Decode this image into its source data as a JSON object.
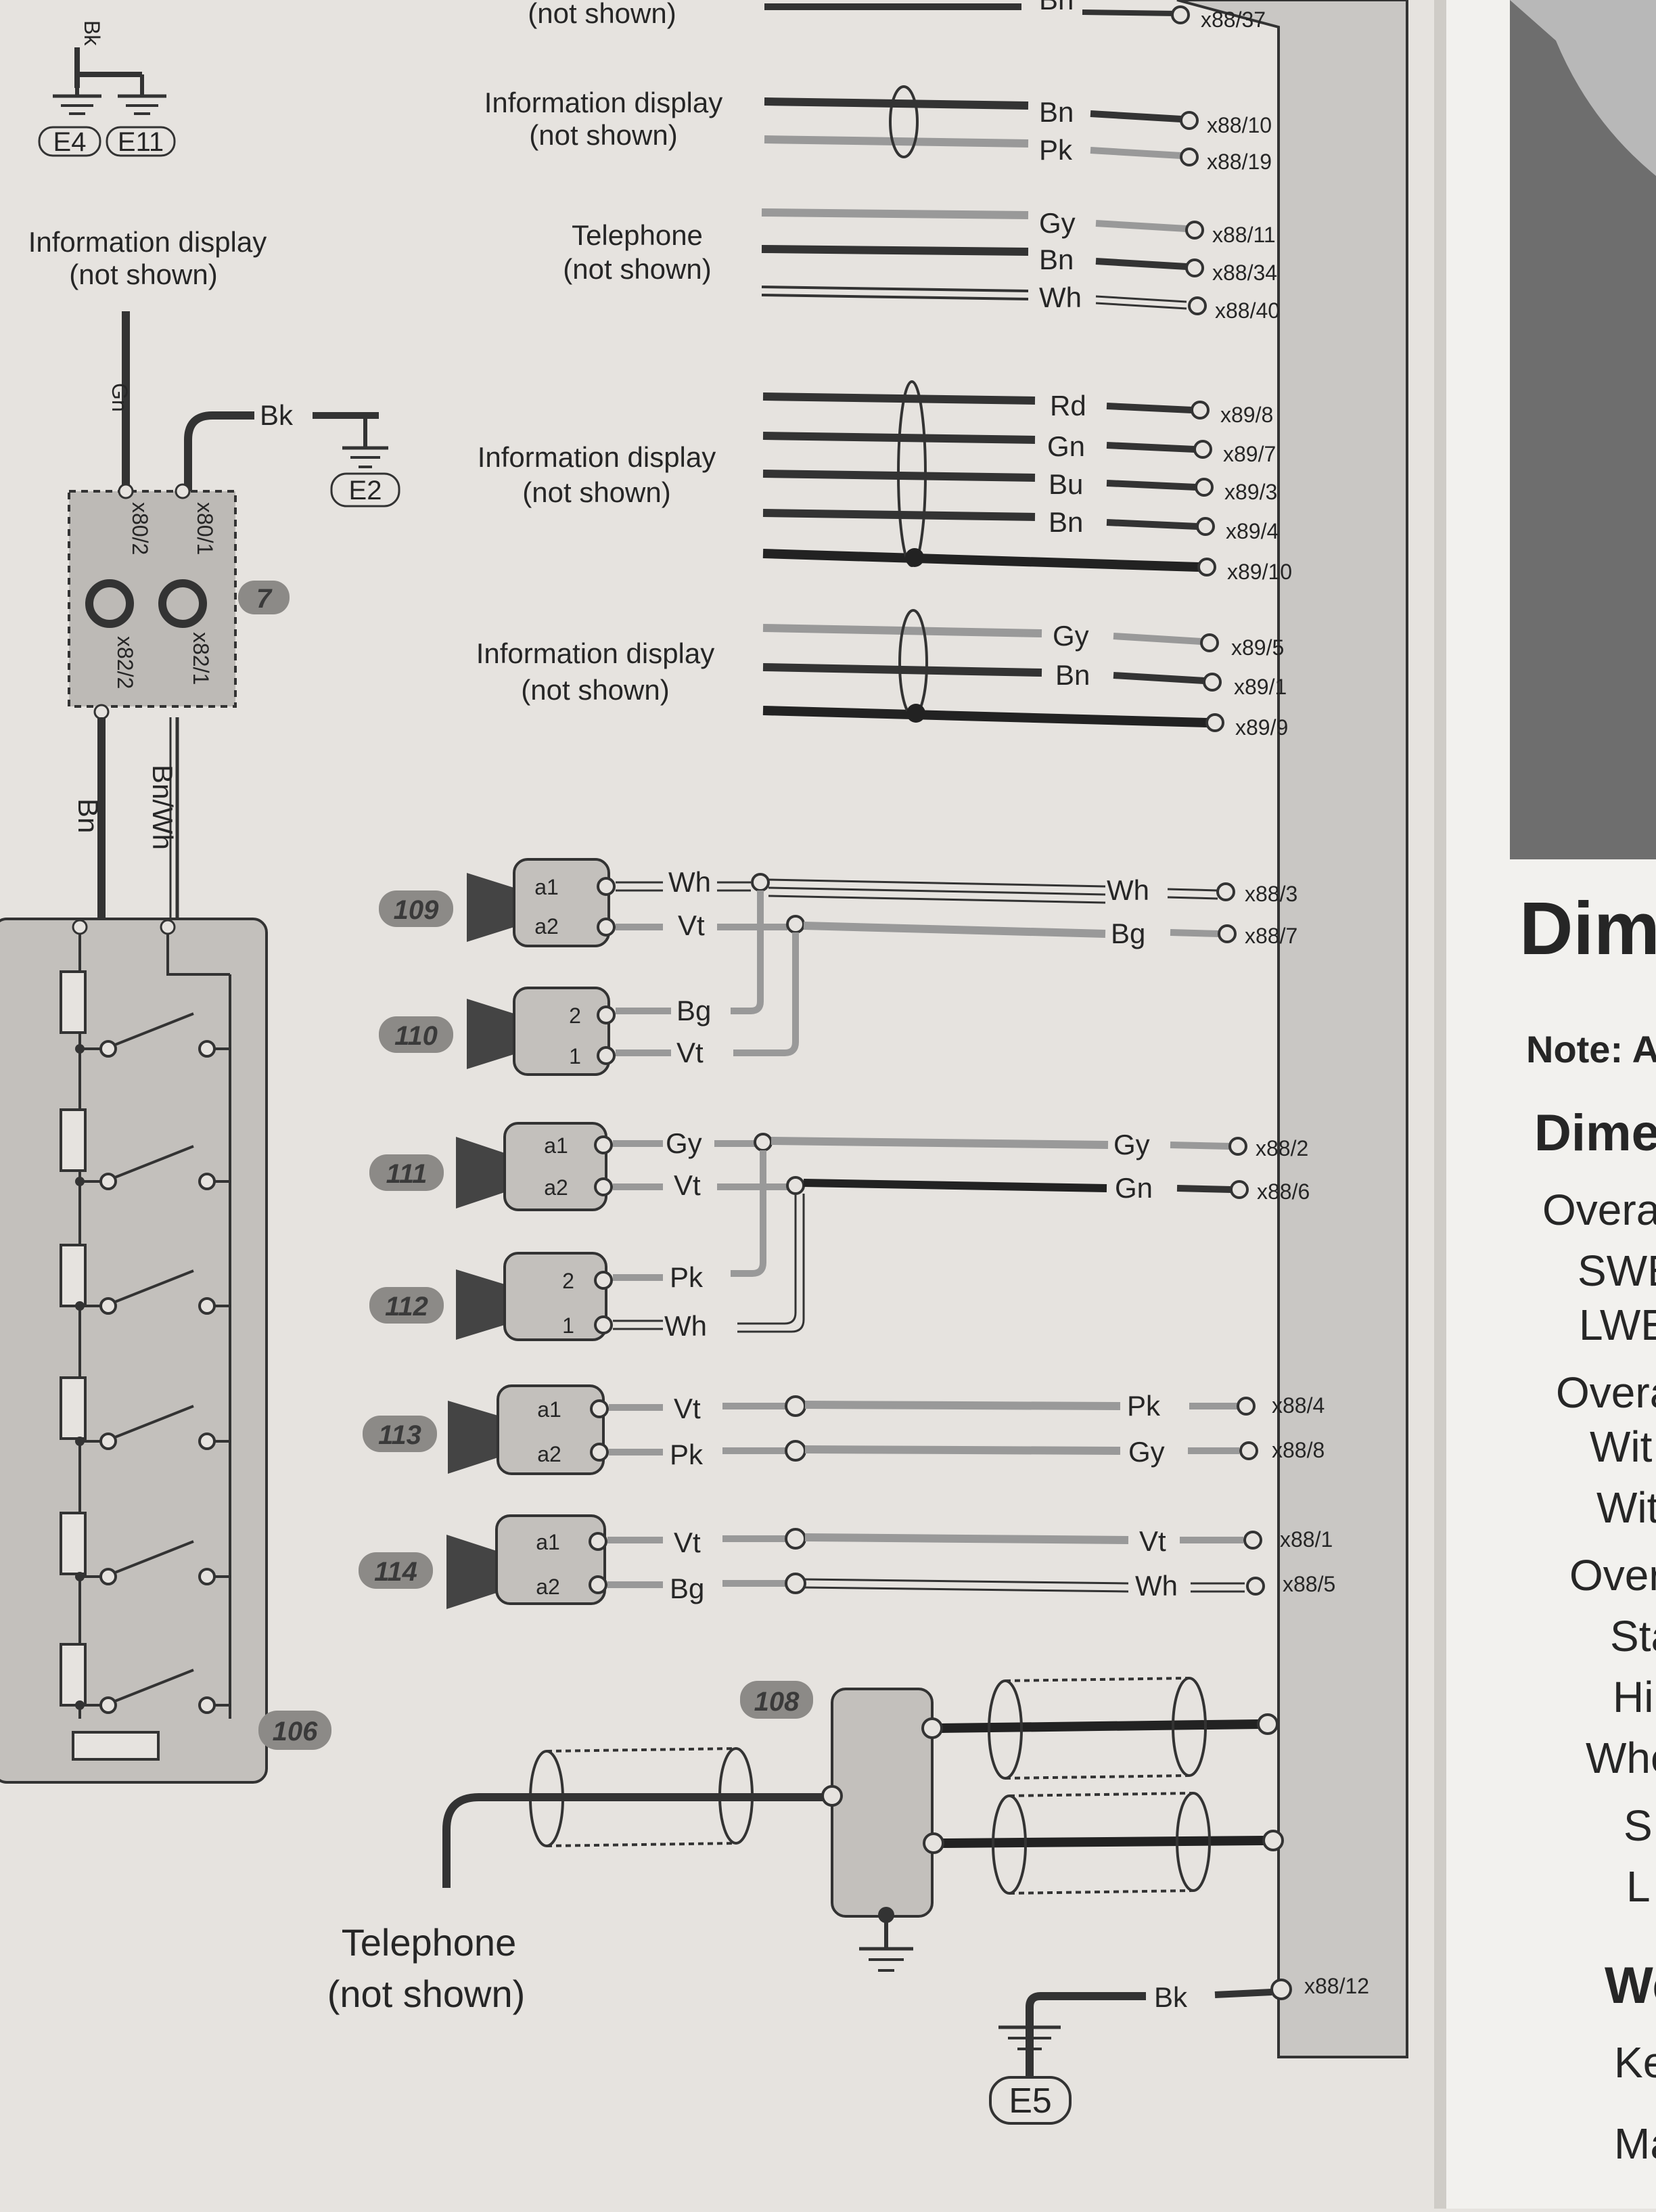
{
  "top": {
    "cut_label": "(not shown)",
    "cut_wire": "Bn",
    "cut_pin": "x88/37",
    "corner_wire": "Bk",
    "grounds": [
      "E4",
      "E11"
    ]
  },
  "left_block": {
    "info_label_1": "Information display",
    "info_label_2": "(not shown)",
    "wire_gn": "Gn",
    "wire_bk": "Bk",
    "ground": "E2",
    "pins": [
      "x80/2",
      "x80/1",
      "x82/2",
      "x82/1"
    ],
    "badge": "7",
    "wire_bn": "Bn",
    "wire_bnwh": "Bn/Wh",
    "switch_badge": "106"
  },
  "groups": [
    {
      "label_1": "Information display",
      "label_2": "(not shown)",
      "wires": [
        "Bn",
        "Pk"
      ],
      "pins": [
        "x88/10",
        "x88/19"
      ]
    },
    {
      "label_1": "Telephone",
      "label_2": "(not shown)",
      "wires": [
        "Gy",
        "Bn",
        "Wh"
      ],
      "pins": [
        "x88/11",
        "x88/34",
        "x88/40"
      ]
    },
    {
      "label_1": "Information display",
      "label_2": "(not shown)",
      "wires": [
        "Rd",
        "Gn",
        "Bu",
        "Bn"
      ],
      "pins": [
        "x89/8",
        "x89/7",
        "x89/3",
        "x89/4",
        "x89/10"
      ]
    },
    {
      "label_1": "Information display",
      "label_2": "(not shown)",
      "wires": [
        "Gy",
        "Bn"
      ],
      "pins": [
        "x89/5",
        "x89/1",
        "x89/9"
      ]
    }
  ],
  "speakers": [
    {
      "badge": "109",
      "pins": [
        "a1",
        "a2"
      ],
      "wires": [
        "Wh",
        "Vt"
      ],
      "bus_wires": [
        "Wh",
        "Bg"
      ],
      "bus_pins": [
        "x88/3",
        "x88/7"
      ]
    },
    {
      "badge": "110",
      "pins": [
        "2",
        "1"
      ],
      "wires": [
        "Bg",
        "Vt"
      ]
    },
    {
      "badge": "111",
      "pins": [
        "a1",
        "a2"
      ],
      "wires": [
        "Gy",
        "Vt"
      ],
      "bus_wires": [
        "Gy",
        "Gn"
      ],
      "bus_pins": [
        "x88/2",
        "x88/6"
      ]
    },
    {
      "badge": "112",
      "pins": [
        "2",
        "1"
      ],
      "wires": [
        "Pk",
        "Wh"
      ]
    },
    {
      "badge": "113",
      "pins": [
        "a1",
        "a2"
      ],
      "wires": [
        "Vt",
        "Pk"
      ],
      "bus_wires": [
        "Pk",
        "Gy"
      ],
      "bus_pins": [
        "x88/4",
        "x88/8"
      ]
    },
    {
      "badge": "114",
      "pins": [
        "a1",
        "a2"
      ],
      "wires": [
        "Vt",
        "Bg"
      ],
      "bus_wires": [
        "Vt",
        "Wh"
      ],
      "bus_pins": [
        "x88/1",
        "x88/5"
      ]
    }
  ],
  "bottom": {
    "module_badge": "108",
    "tel_label_1": "Telephone",
    "tel_label_2": "(not shown)",
    "ground_wire": "Bk",
    "ground_pin": "x88/12",
    "ground": "E5"
  },
  "right_page": {
    "heading": "Dim",
    "note": "Note: A",
    "lines": [
      "Dime",
      "Overall",
      "SWE",
      "LWE",
      "Overal",
      "Wit",
      "Wit",
      "Overa",
      "Sta",
      "Hi",
      "Whe",
      "S",
      "L",
      "We",
      "Ke",
      "Ma"
    ]
  }
}
